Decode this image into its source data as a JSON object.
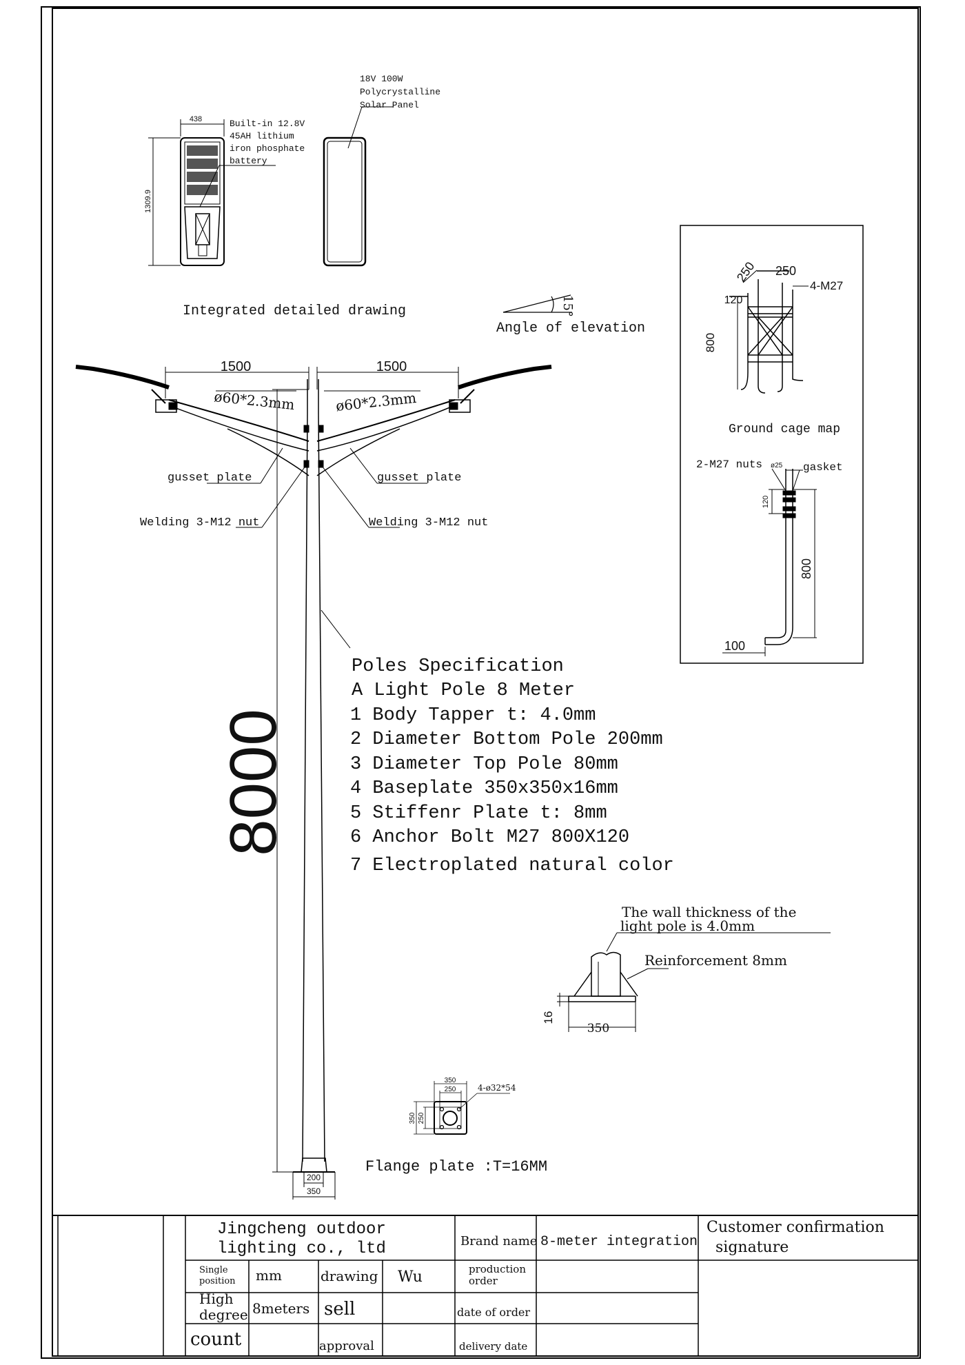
{
  "top_view": {
    "width_dim": "438",
    "height_dim": "1309.9",
    "battery_label": [
      "Built-in 12.8V",
      "45AH lithium",
      "iron phosphate",
      "battery"
    ],
    "panel_label": [
      "18V 100W",
      "Polycrystalline",
      "Solar Panel"
    ],
    "caption": "Integrated detailed drawing"
  },
  "angle": {
    "value": "15°",
    "caption": "Angle of elevation"
  },
  "arms": {
    "left_span": "1500",
    "right_span": "1500",
    "left_pipe": "ø60*2.3mm",
    "right_pipe": "ø60*2.3mm",
    "gusset_left": "gusset plate",
    "gusset_right": "gusset plate",
    "weld_left": "Welding 3-M12 nut",
    "weld_right": "Welding 3-M12 nut"
  },
  "pole": {
    "height_dim": "8000",
    "base_inner": "200",
    "base_outer": "350"
  },
  "spec": {
    "title": "Poles Specification",
    "lines": [
      "A Light Pole 8 Meter",
      "1 Body Tapper t: 4.0mm",
      "2 Diameter Bottom Pole 200mm",
      "3 Diameter Top Pole 80mm",
      "4 Baseplate 350x350x16mm",
      "5 Stiffenr Plate t: 8mm",
      "6 Anchor Bolt M27 800X120",
      "7 Electroplated natural color"
    ]
  },
  "cage": {
    "dim_top_a": "250",
    "dim_top_b": "250",
    "dim_side": "120",
    "dim_height": "800",
    "bolt_label": "4-M27",
    "caption": "Ground cage map"
  },
  "bolt": {
    "nuts_label": "2-M27 nuts",
    "dia_label": "ø25",
    "gasket_label": "gasket",
    "dim_thread": "120",
    "dim_length": "800",
    "dim_foot": "100"
  },
  "base_detail": {
    "wall_note": [
      "The wall thickness of the",
      "light pole is 4.0mm"
    ],
    "reinforcement": "Reinforcement 8mm",
    "dim_thick": "16",
    "dim_width": "350"
  },
  "flange": {
    "dim_outer": "350",
    "dim_inner": "250",
    "dim_side_outer": "350",
    "dim_side_inner": "250",
    "holes": "4-ø32*54",
    "caption": "Flange plate :T=16MM"
  },
  "title_block": {
    "company": [
      "Jingcheng outdoor",
      "lighting co., ltd"
    ],
    "brand_label": "Brand name",
    "brand_value": "8-meter integration",
    "customer": [
      "Customer confirmation",
      "signature"
    ],
    "single_position": [
      "Single",
      "position"
    ],
    "unit": "mm",
    "drawing_label": "drawing",
    "drawing_value": "Wu",
    "production_order": [
      "production",
      "order"
    ],
    "high_degree": [
      "High",
      "degree"
    ],
    "height_value": "8meters",
    "sell": "sell",
    "date_of_order": "date of order",
    "count": "count",
    "approval": "approval",
    "delivery_date": "delivery date"
  }
}
